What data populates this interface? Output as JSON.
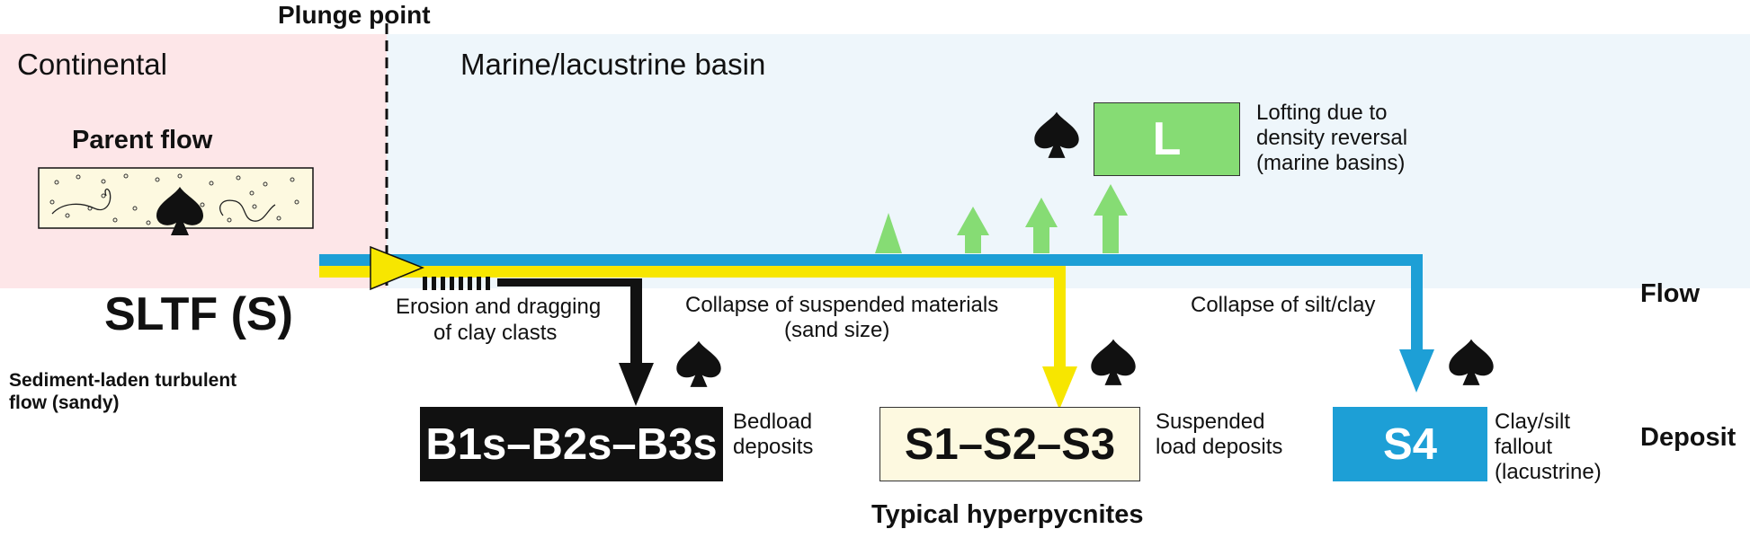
{
  "labels": {
    "plunge_point": "Plunge point",
    "continental": "Continental",
    "marine_basin": "Marine/lacustrine basin",
    "parent_flow": "Parent flow",
    "sltf": "SLTF (S)",
    "sediment_caption_line1": "Sediment-laden turbulent",
    "sediment_caption_line2": "flow (sandy)",
    "lofting_line1": "Lofting due to",
    "lofting_line2": "density reversal",
    "lofting_line3": "(marine basins)",
    "erosion_line1": "Erosion and dragging",
    "erosion_line2": "of clay clasts",
    "collapse_sand_line1": "Collapse of suspended materials",
    "collapse_sand_line2": "(sand size)",
    "collapse_silt": "Collapse of silt/clay",
    "flow": "Flow",
    "deposit": "Deposit",
    "bedload_line1": "Bedload",
    "bedload_line2": "deposits",
    "suspended_line1": "Suspended",
    "suspended_line2": "load deposits",
    "clay_line1": "Clay/silt",
    "clay_line2": "fallout",
    "clay_line3": "(lacustrine)",
    "typical": "Typical hyperpycnites"
  },
  "boxes": {
    "L": "L",
    "B": "B1s–B2s–B3s",
    "S": "S1–S2–S3",
    "S4": "S4"
  },
  "icons": [
    "spade-icon",
    "spade-icon",
    "spade-icon",
    "spade-icon",
    "spade-icon"
  ],
  "colors": {
    "continental_bg": "#fde6e8",
    "basin_bg": "#eef6fb",
    "blue": "#1d9fd6",
    "yellow": "#f7e600",
    "green": "#86dc74",
    "black": "#111111",
    "cream": "#fdf9e0"
  }
}
